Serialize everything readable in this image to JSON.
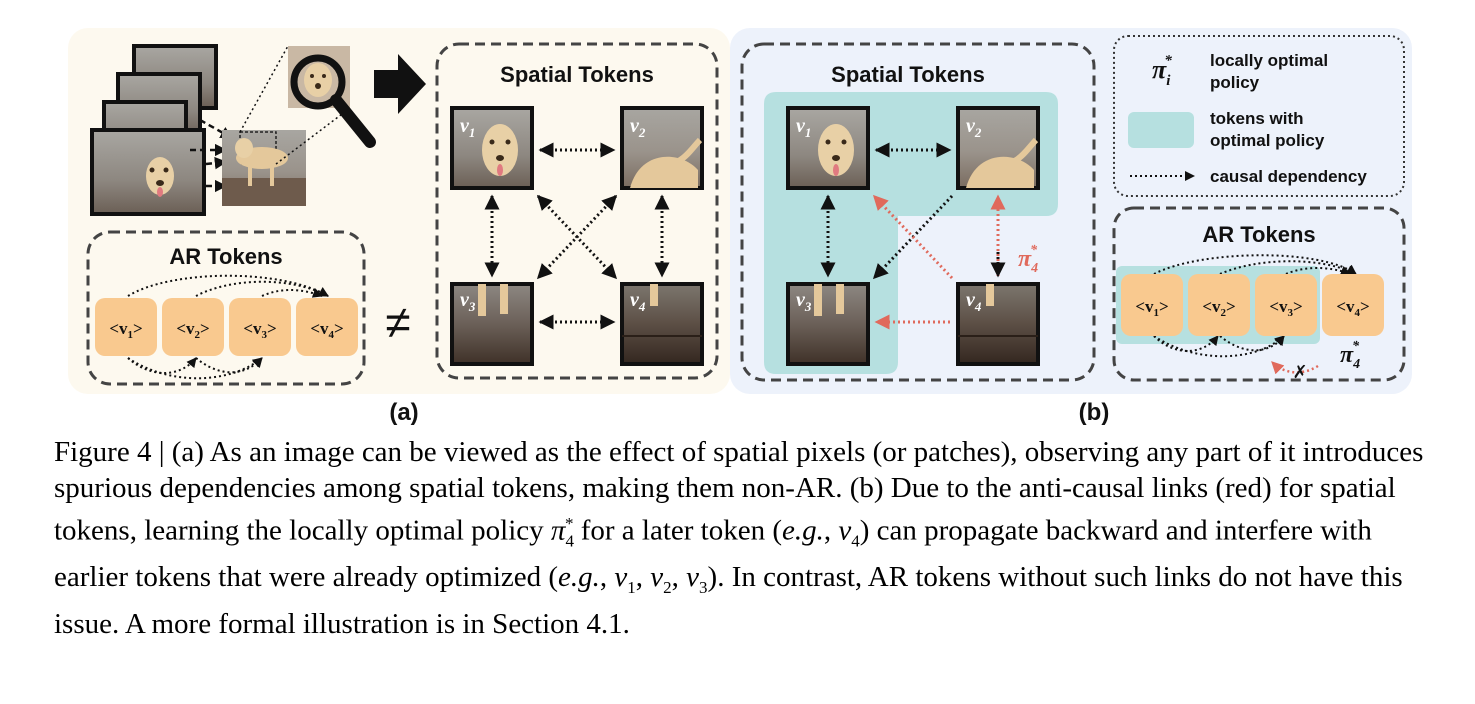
{
  "panel_a": {
    "label": "(a)",
    "spatial_title": "Spatial Tokens",
    "ar_title": "AR Tokens",
    "spatial_labels": [
      "v",
      "v",
      "v",
      "v"
    ],
    "spatial_subs": [
      "1",
      "2",
      "3",
      "4"
    ],
    "ar_tokens": [
      {
        "pre": "<v",
        "sub": "1",
        "post": ">"
      },
      {
        "pre": "<v",
        "sub": "2",
        "post": ">"
      },
      {
        "pre": "<v",
        "sub": "3",
        "post": ">"
      },
      {
        "pre": "<v",
        "sub": "4",
        "post": ">"
      }
    ],
    "neq": "≠"
  },
  "panel_b": {
    "label": "(b)",
    "spatial_title": "Spatial Tokens",
    "ar_title": "AR Tokens",
    "pi_symbol": "π",
    "pi_sub": "4",
    "pi_sup": "*",
    "cross": "✗",
    "legend": {
      "pi_symbol": "π",
      "pi_sub": "i",
      "pi_sup": "*",
      "policy_line1": "locally optimal",
      "policy_line2": "policy",
      "tokens_line1": "tokens with",
      "tokens_line2": "optimal policy",
      "causal": "causal dependency"
    }
  },
  "caption": {
    "p1": "Figure 4 | (a) As an image can be viewed as the effect of spatial pixels (or patches), observing any part of it introduces spurious dependencies among spatial tokens, making them non-AR. (b) Due to the anti-causal links (red) for spatial tokens, learning the locally optimal policy ",
    "pi": "π",
    "pi_sub": "4",
    "pi_sup": "*",
    "p2": " for a later token (",
    "eg1": "e.g.",
    "p3": ", ",
    "v4": "v",
    "v4_sub": "4",
    "p4": ") can propagate backward and interfere with earlier tokens that were already optimized (",
    "eg2": "e.g.",
    "p5": ", ",
    "v1": "v",
    "v1_sub": "1",
    "c1": ", ",
    "v2": "v",
    "v2_sub": "2",
    "c2": ", ",
    "v3": "v",
    "v3_sub": "3",
    "p6": "). In contrast, AR tokens without such links do not have this issue. A more formal illustration is in Section 4.1."
  },
  "colors": {
    "panel_a_bg": "#fdf9ef",
    "panel_b_bg": "#edf2fb",
    "token_orange": "#f9c98f",
    "teal": "#b6e0e0",
    "red": "#e06a5c"
  }
}
